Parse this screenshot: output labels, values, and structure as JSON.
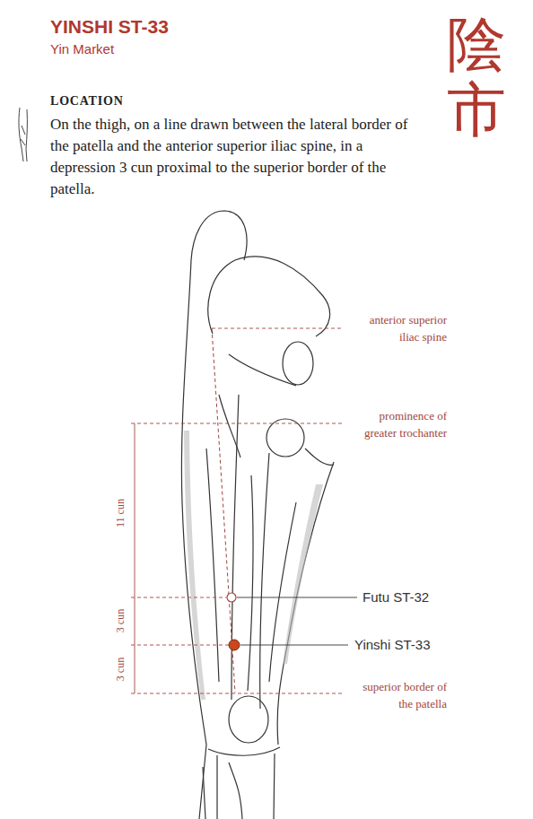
{
  "diagram": {
    "title": "YINSHI ST-33",
    "labels": [
      "Yin Market",
      "陰市",
      "LOCATION",
      "On the thigh, on a line drawn between the lateral border of the patella and the anterior superior iliac spine, in a depression 3 cun proximal to the superior border of the patella.",
      "anterior superior iliac spine",
      "prominence of greater trochanter",
      "11 cun",
      "3 cun",
      "3 cun",
      "Futu ST-32",
      "Yinshi ST-33",
      "superior border of the patella"
    ]
  }
}
